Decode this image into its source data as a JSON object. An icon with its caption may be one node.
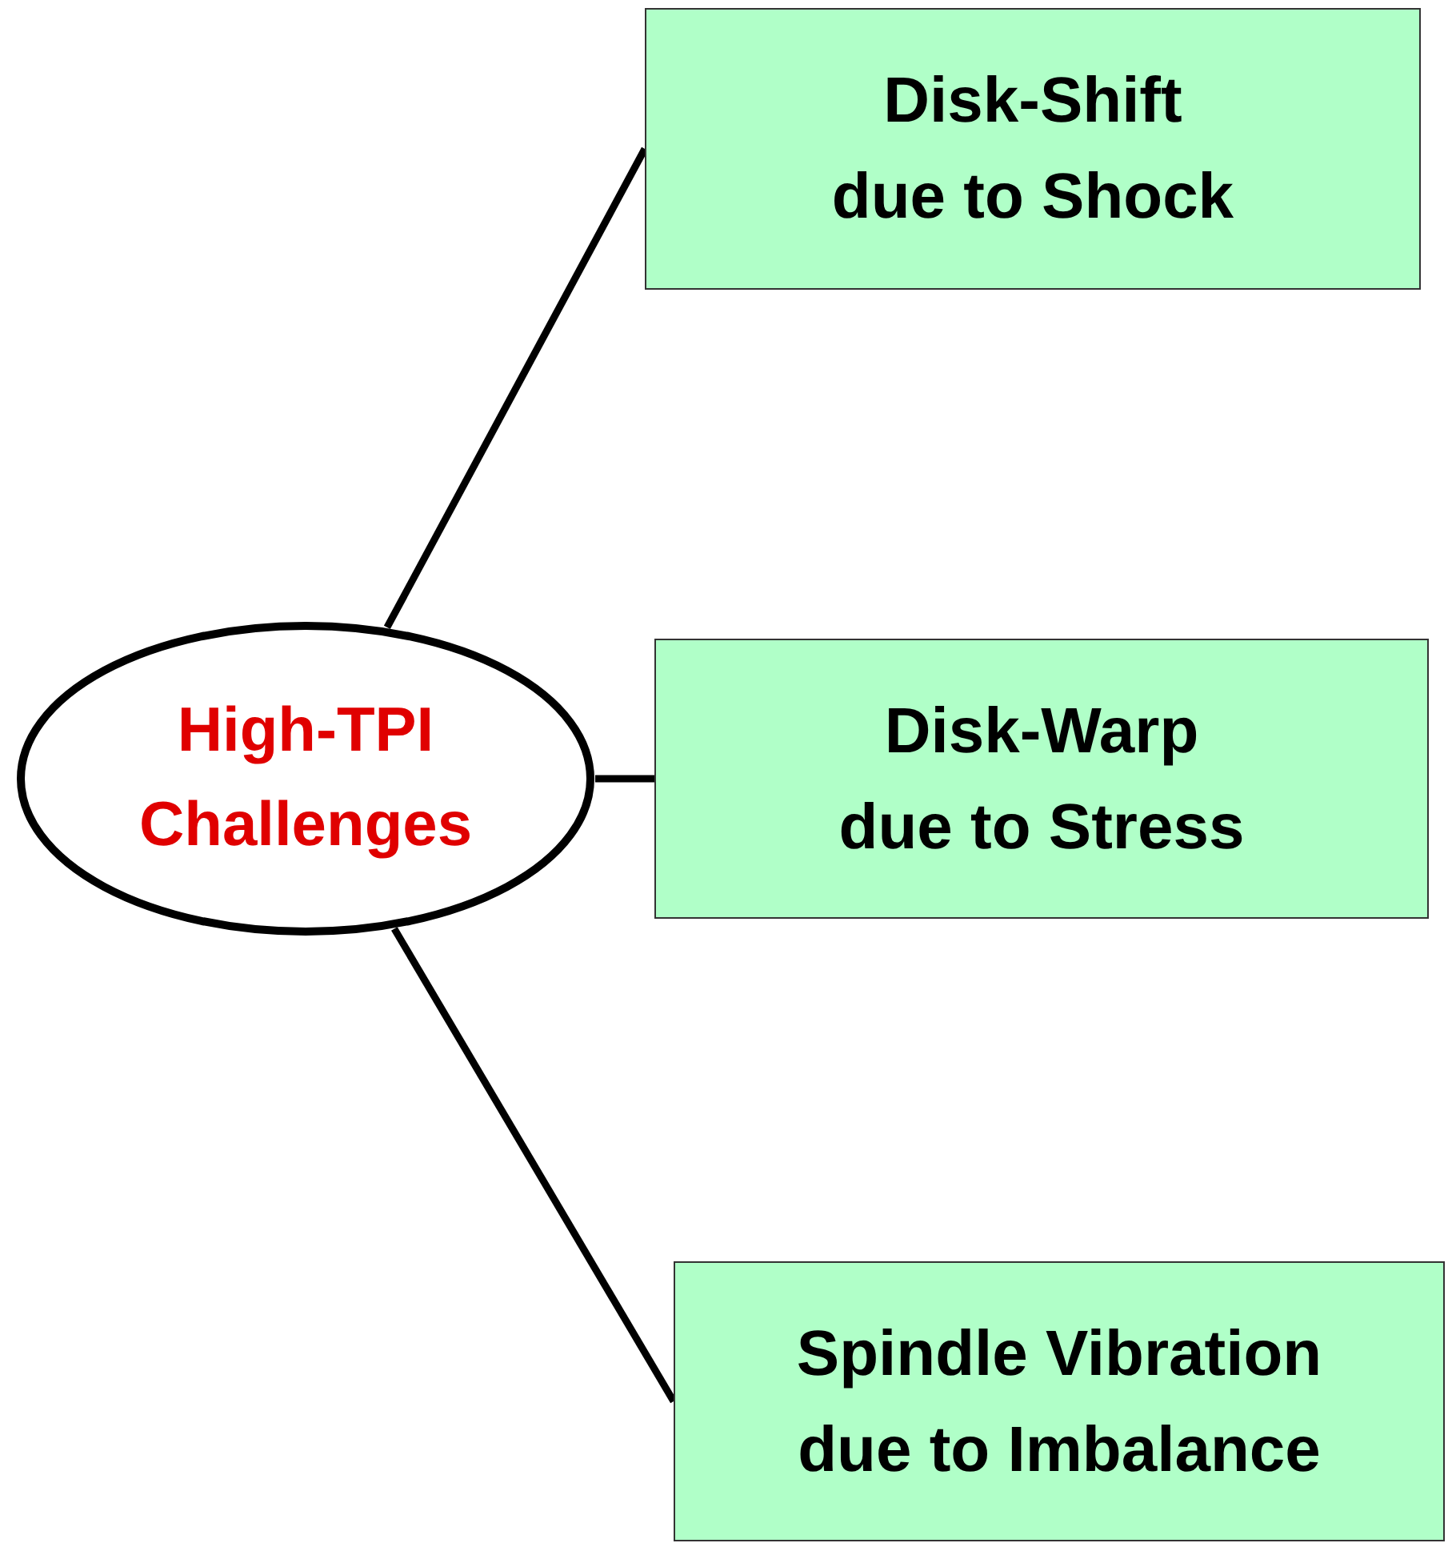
{
  "diagram": {
    "nodes": [
      {
        "text": [
          "High-TPI Challenges"
        ]
      },
      {
        "text": [
          "Disk-Shift due to Shock"
        ]
      },
      {
        "text": [
          "Disk-Warp due to Stress"
        ]
      },
      {
        "text": [
          "Spindle Vibration due to Imbalance"
        ]
      }
    ],
    "edges": [
      {
        "from": 0,
        "to": 1,
        "arrow": "none"
      },
      {
        "from": 0,
        "to": 2,
        "arrow": "none"
      },
      {
        "from": 0,
        "to": 3,
        "arrow": "none"
      }
    ]
  }
}
